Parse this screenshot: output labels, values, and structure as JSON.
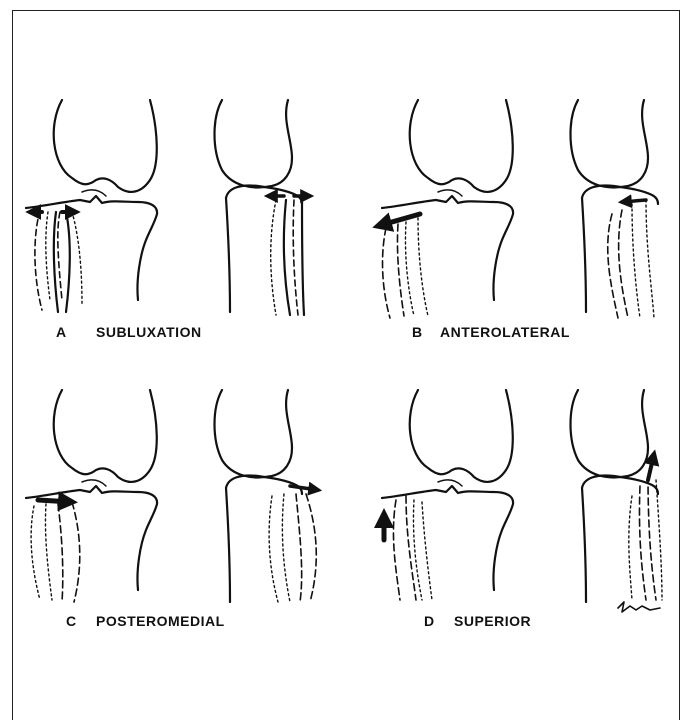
{
  "panels": [
    {
      "letter": "A",
      "caption": "SUBLUXATION"
    },
    {
      "letter": "B",
      "caption": "ANTEROLATERAL"
    },
    {
      "letter": "C",
      "caption": "POSTEROMEDIAL"
    },
    {
      "letter": "D",
      "caption": "SUPERIOR"
    }
  ]
}
